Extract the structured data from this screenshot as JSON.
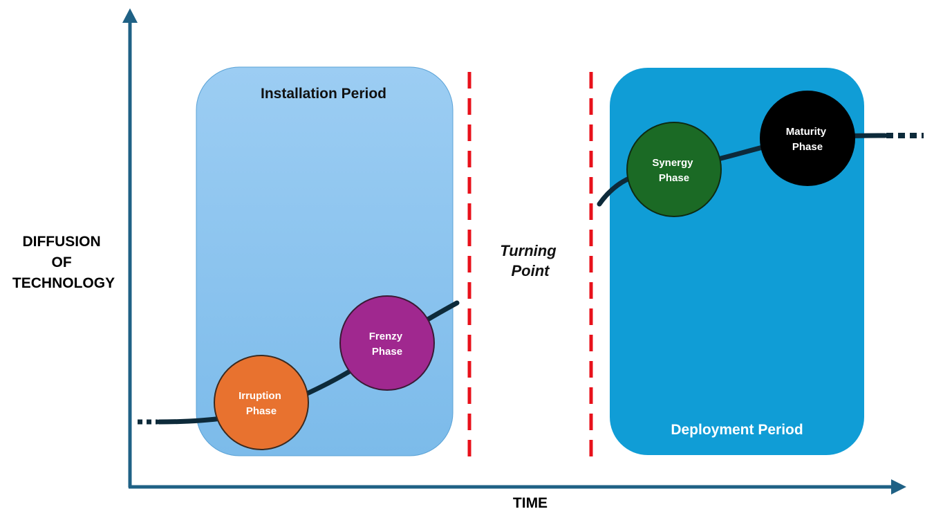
{
  "axes": {
    "y_label_lines": [
      "DIFFUSION",
      "OF",
      "TECHNOLOGY"
    ],
    "x_label": "TIME",
    "color": "#1f6185"
  },
  "periods": {
    "installation": {
      "title": "Installation Period"
    },
    "deployment": {
      "title": "Deployment Period"
    }
  },
  "turning_point": {
    "lines": [
      "Turning",
      "Point"
    ]
  },
  "phases": {
    "irruption": {
      "lines": [
        "Irruption",
        "Phase"
      ],
      "color": "#e8722f"
    },
    "frenzy": {
      "lines": [
        "Frenzy",
        "Phase"
      ],
      "color": "#a0288f"
    },
    "synergy": {
      "lines": [
        "Synergy",
        "Phase"
      ],
      "color": "#1b6a25"
    },
    "maturity": {
      "lines": [
        "Maturity",
        "Phase"
      ],
      "color": "#000000"
    }
  },
  "colors": {
    "installation_fill": "#8ec4ef",
    "deployment_fill": "#109dd6",
    "dashed_line": "#e8111b",
    "curve": "#0d2a3a"
  }
}
